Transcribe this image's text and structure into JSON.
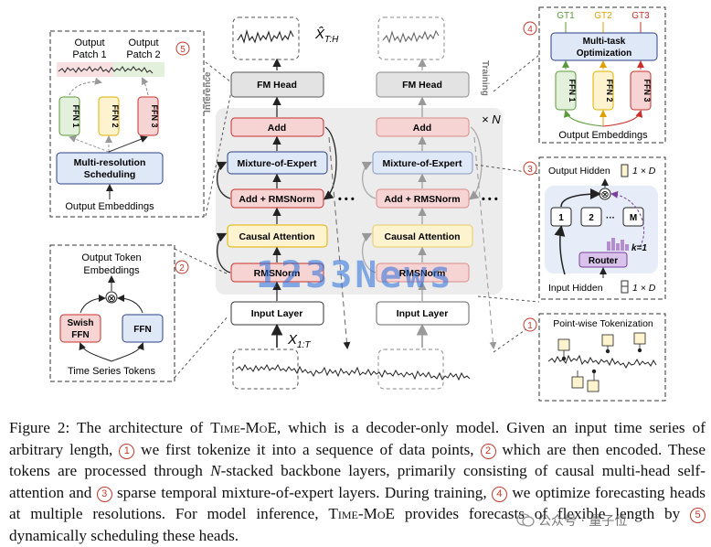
{
  "diagram": {
    "inference_label": "Inference",
    "training_label": "Training",
    "times_n": "× N",
    "ellipsis": "• • •",
    "output_math": "X̂",
    "output_math_sub": "T:H",
    "input_math": "X",
    "input_math_sub": "1:T",
    "backbone_left": {
      "fm_head": "FM Head",
      "add": "Add",
      "moe": "Mixture-of-Expert",
      "add_rms": "Add + RMSNorm",
      "attn": "Causal Attention",
      "rms": "RMSNorm",
      "input": "Input Layer"
    },
    "backbone_right": {
      "fm_head": "FM Head",
      "add": "Add",
      "moe": "Mixture-of-Expert",
      "add_rms": "Add + RMSNorm",
      "attn": "Causal Attention",
      "rms": "RMSNorm",
      "input": "Input Layer"
    },
    "panel5": {
      "badge": "5",
      "patch1": [
        "Output",
        "Patch 1"
      ],
      "patch2": [
        "Output",
        "Patch 2"
      ],
      "ffn": [
        "FFN 1",
        "FFN 2",
        "FFN 3"
      ],
      "sched": [
        "Multi-resolution",
        "Scheduling"
      ],
      "bottom": "Output Embeddings"
    },
    "panel2": {
      "badge": "2",
      "title": [
        "Output Token",
        "Embeddings"
      ],
      "swish": [
        "Swish",
        "FFN"
      ],
      "ffn": "FFN",
      "bottom": "Time Series Tokens",
      "op": "⊗"
    },
    "panel4": {
      "badge": "4",
      "gt": [
        "GT1",
        "GT2",
        "GT3"
      ],
      "mto": [
        "Multi-task",
        "Optimization"
      ],
      "ffn": [
        "FFN 1",
        "FFN 2",
        "FFN 3"
      ],
      "bottom": "Output Embeddings"
    },
    "panel3": {
      "badge": "3",
      "top": "Output Hidden",
      "top_dim": "1 × D",
      "experts": [
        "1",
        "2",
        "···",
        "M"
      ],
      "k": "k=1",
      "router": "Router",
      "bottom": "Input Hidden",
      "bottom_dim": "1 × D",
      "op": "⊗"
    },
    "panel1": {
      "badge": "1",
      "title": "Point-wise Tokenization"
    },
    "colors": {
      "red_fill": "#f6d4d4",
      "red_stroke": "#c9302c",
      "yellow_fill": "#fdf3cf",
      "yellow_stroke": "#e0b100",
      "blue_fill": "#dfe8f7",
      "blue_stroke": "#2b3f86",
      "gray_fill": "#e3e3e3",
      "backbone_bg": "#ececec",
      "badge": "#c0392b",
      "gt1": "#5b9a3a",
      "gt2": "#e0a000",
      "gt3": "#c9302c"
    }
  },
  "caption": {
    "p1": "Figure 2: The architecture of ",
    "name1": "Time-MoE",
    "p2": ", which is a decoder-only model. Given an input time series of arbitrary length, ",
    "c1": "1",
    "p3": " we first tokenize it into a sequence of data points, ",
    "c2": "2",
    "p4": " which are then encoded. These tokens are processed through ",
    "n": "N",
    "p5": "-stacked backbone layers, primarily consisting of causal multi-head self-attention and ",
    "c3": "3",
    "p6": " sparse temporal mixture-of-expert layers. During training, ",
    "c4": "4",
    "p7": " we optimize forecasting heads at multiple resolutions. For model inference, ",
    "name2": "Time-MoE",
    "p8": " provides forecasts of flexible length by ",
    "c5": "5",
    "p9": " dynamically scheduling these heads."
  },
  "watermark": "公众号 · 量子位",
  "overlay_watermark": "1233News"
}
